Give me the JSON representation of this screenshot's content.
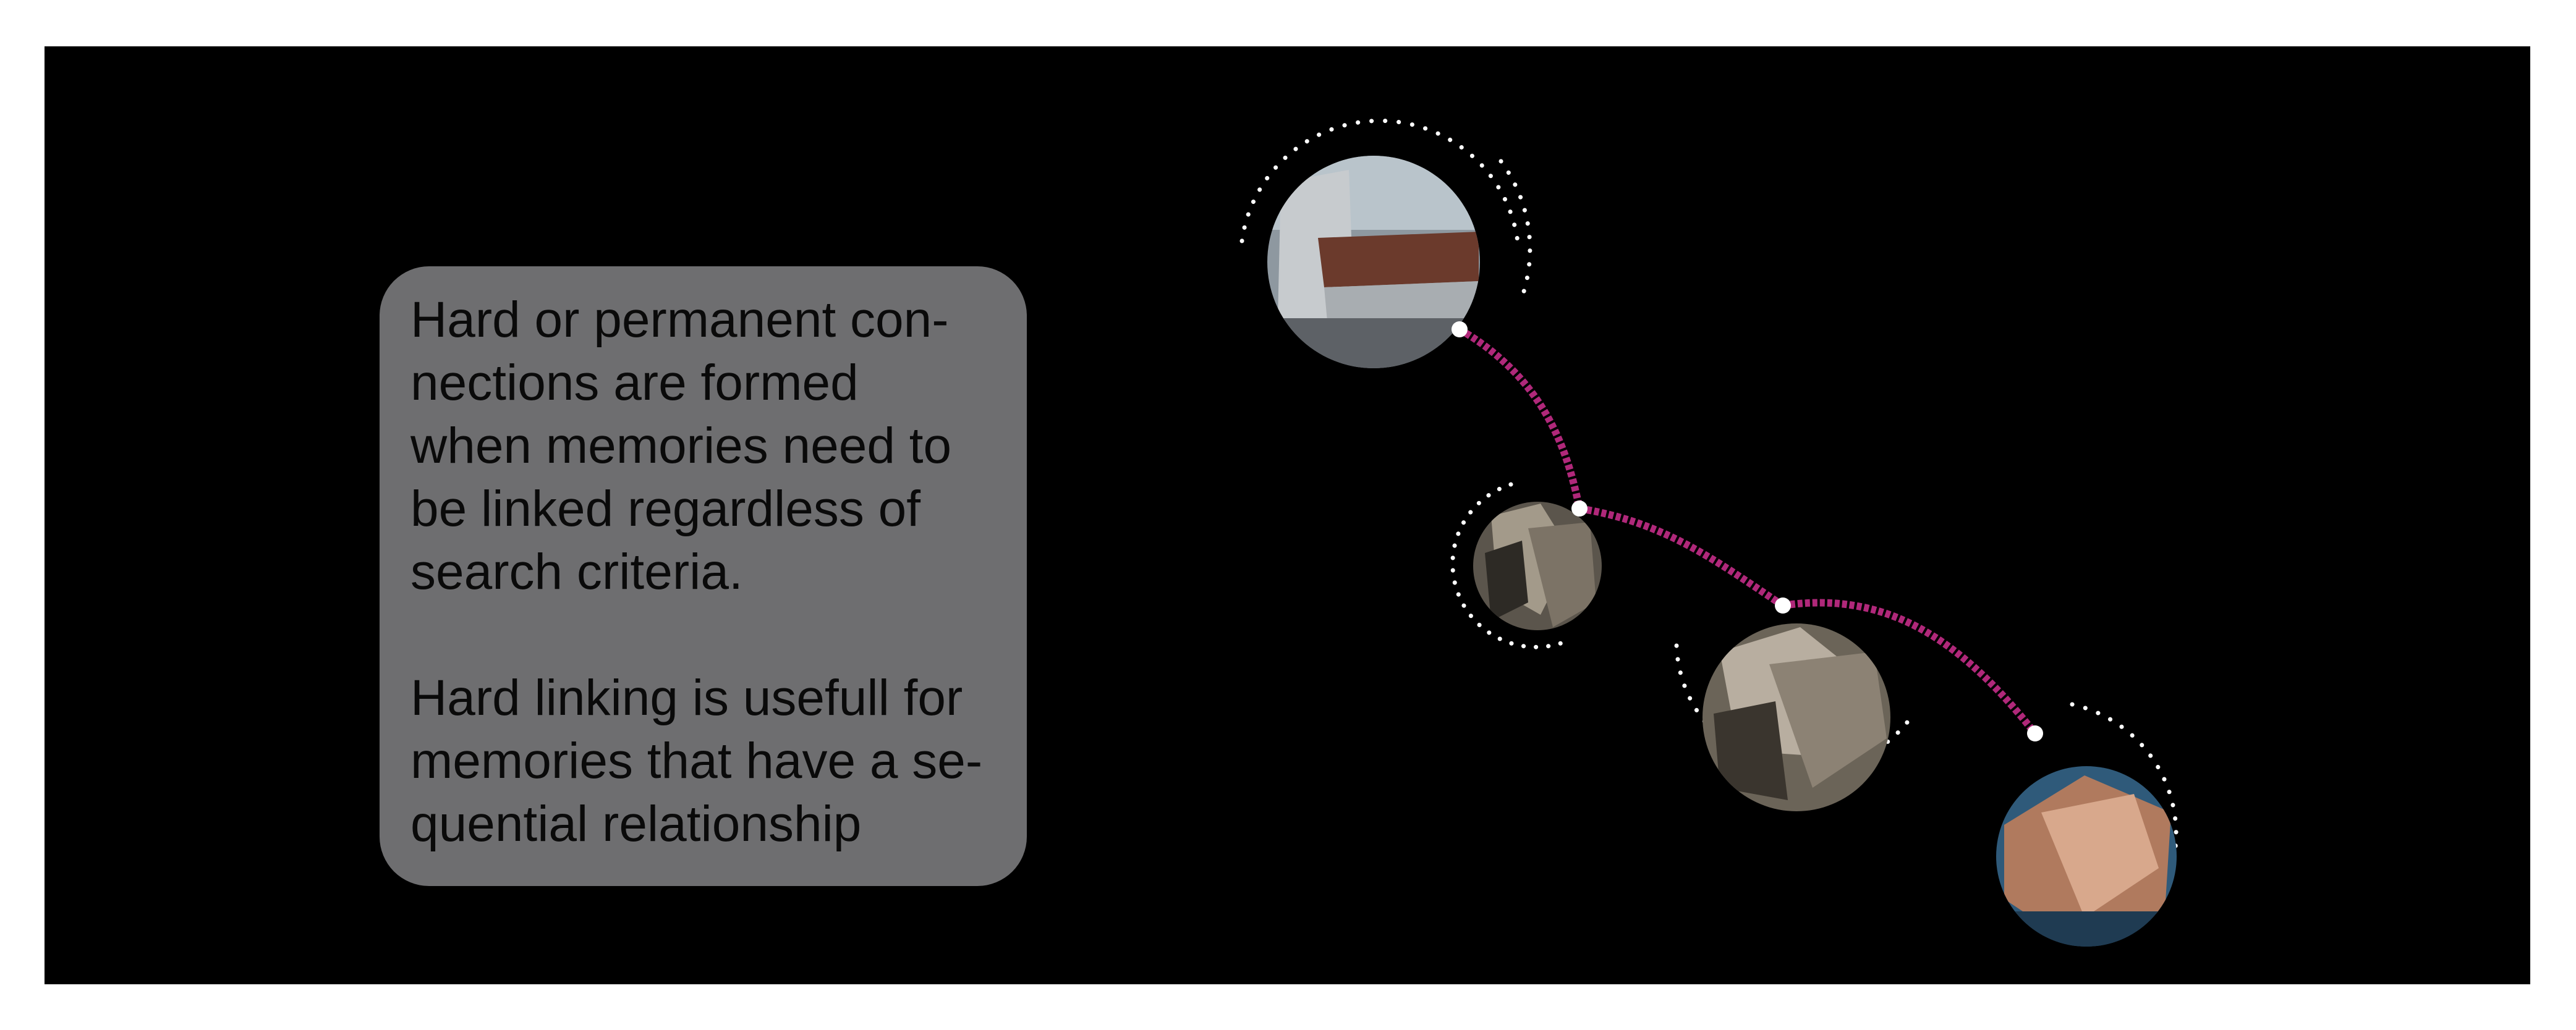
{
  "info_box": {
    "paragraph_1": "Hard or permanent con-\nnections are formed\nwhen memories need to\nbe linked regardless of\nsearch criteria.",
    "paragraph_2": "Hard linking is usefull for\nmemories that have a se-\nquential relationship"
  },
  "memories": [
    {
      "name": "memory-node-bench",
      "subject": "bench",
      "palette": [
        "#8e98a0",
        "#6b3a2c",
        "#c9cdd0"
      ]
    },
    {
      "name": "memory-node-sculpture-small",
      "subject": "metal sculpture",
      "palette": [
        "#5b554c",
        "#a39a8a",
        "#2d2a25"
      ]
    },
    {
      "name": "memory-node-sculpture-large",
      "subject": "metal sculpture",
      "palette": [
        "#6b6458",
        "#b8aea0",
        "#3a352e"
      ]
    },
    {
      "name": "memory-node-wood",
      "subject": "carved wood",
      "palette": [
        "#b07a5e",
        "#2f5a7a",
        "#d8a88c"
      ]
    }
  ],
  "colors": {
    "background": "#000000",
    "panel": "#6e6e70",
    "panel_text": "#0a0a0a",
    "hard_link": "#b0287a",
    "dots": "#ffffff"
  }
}
